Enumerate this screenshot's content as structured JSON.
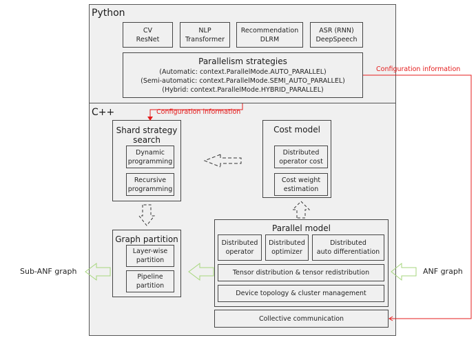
{
  "python": {
    "label": "Python",
    "models": [
      {
        "line1": "CV",
        "line2": "ResNet"
      },
      {
        "line1": "NLP",
        "line2": "Transformer"
      },
      {
        "line1": "Recommendation",
        "line2": "DLRM"
      },
      {
        "line1": "ASR (RNN)",
        "line2": "DeepSpeech"
      }
    ],
    "parallelism": {
      "title": "Parallelism strategies",
      "modes": [
        "(Automatic: context.ParallelMode.AUTO_PARALLEL)",
        "(Semi-automatic: context.ParallelMode.SEMI_AUTO_PARALLEL)",
        "(Hybrid: context.ParallelMode.HYBRID_PARALLEL)"
      ]
    }
  },
  "cpp": {
    "label": "C++",
    "shard_search": {
      "title_line1": "Shard strategy",
      "title_line2": "search",
      "items": [
        {
          "line1": "Dynamic",
          "line2": "programming"
        },
        {
          "line1": "Recursive",
          "line2": "programming"
        }
      ]
    },
    "cost_model": {
      "title": "Cost model",
      "items": [
        {
          "line1": "Distributed",
          "line2": "operator cost"
        },
        {
          "line1": "Cost weight",
          "line2": "estimation"
        }
      ]
    },
    "graph_partition": {
      "title": "Graph partition",
      "items": [
        {
          "line1": "Layer-wise",
          "line2": "partition"
        },
        {
          "line1": "Pipeline",
          "line2": "partition"
        }
      ]
    },
    "parallel_model": {
      "title": "Parallel model",
      "items": [
        {
          "line1": "Distributed",
          "line2": "operator"
        },
        {
          "line1": "Distributed",
          "line2": "optimizer"
        },
        {
          "line1": "Distributed",
          "line2": "auto differentiation"
        }
      ],
      "tensor": "Tensor distribution & tensor redistribution",
      "device": "Device topology & cluster management"
    },
    "collective": "Collective communication"
  },
  "annotations": {
    "config_info_top": "Configuration information",
    "config_info_mid": "Configuration information",
    "sub_anf_graph": "Sub-ANF graph",
    "anf_graph": "ANF graph"
  },
  "colors": {
    "config_arrow": "#e41b1b",
    "graph_arrow": "#a6d67c",
    "panel_bg": "#f0f0f0"
  }
}
